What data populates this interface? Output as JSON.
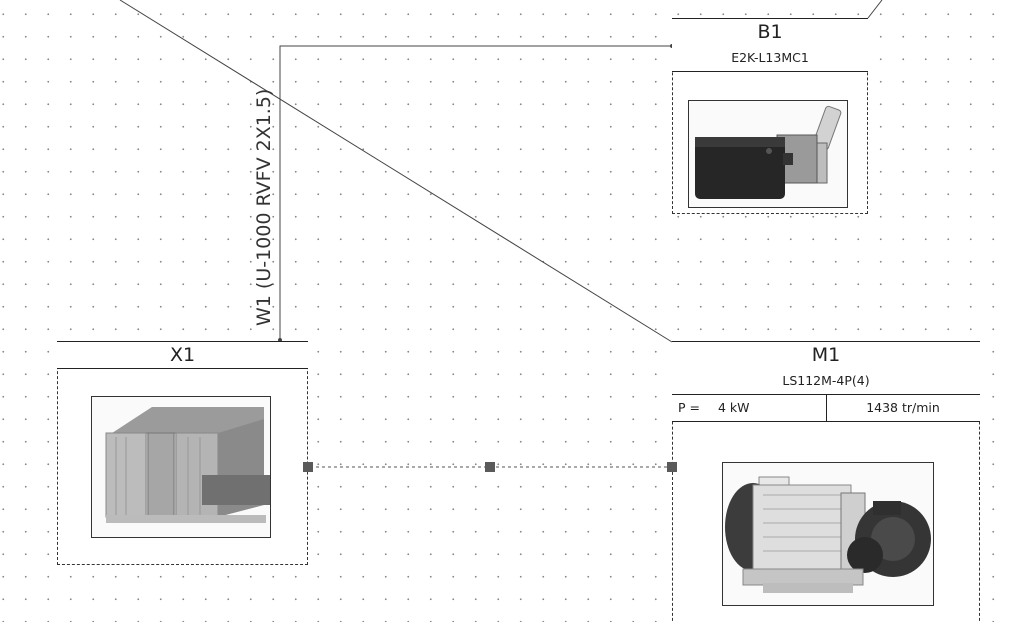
{
  "cable": {
    "label": "W1 (U-1000 RVFV 2X1.5)"
  },
  "components": {
    "b1": {
      "tag": "B1",
      "reference": "E2K-L13MC1",
      "image": "capacitive-proximity-sensor"
    },
    "x1": {
      "tag": "X1",
      "image": "terminal-block-strip"
    },
    "m1": {
      "tag": "M1",
      "reference": "LS112M-4P(4)",
      "power_label": "P =",
      "power_value": "4 kW",
      "speed": "1438 tr/min",
      "image": "electric-motor-pump"
    }
  },
  "colors": {
    "wire": "#444444",
    "connector": "#5a5a5a",
    "frame": "#222222"
  }
}
